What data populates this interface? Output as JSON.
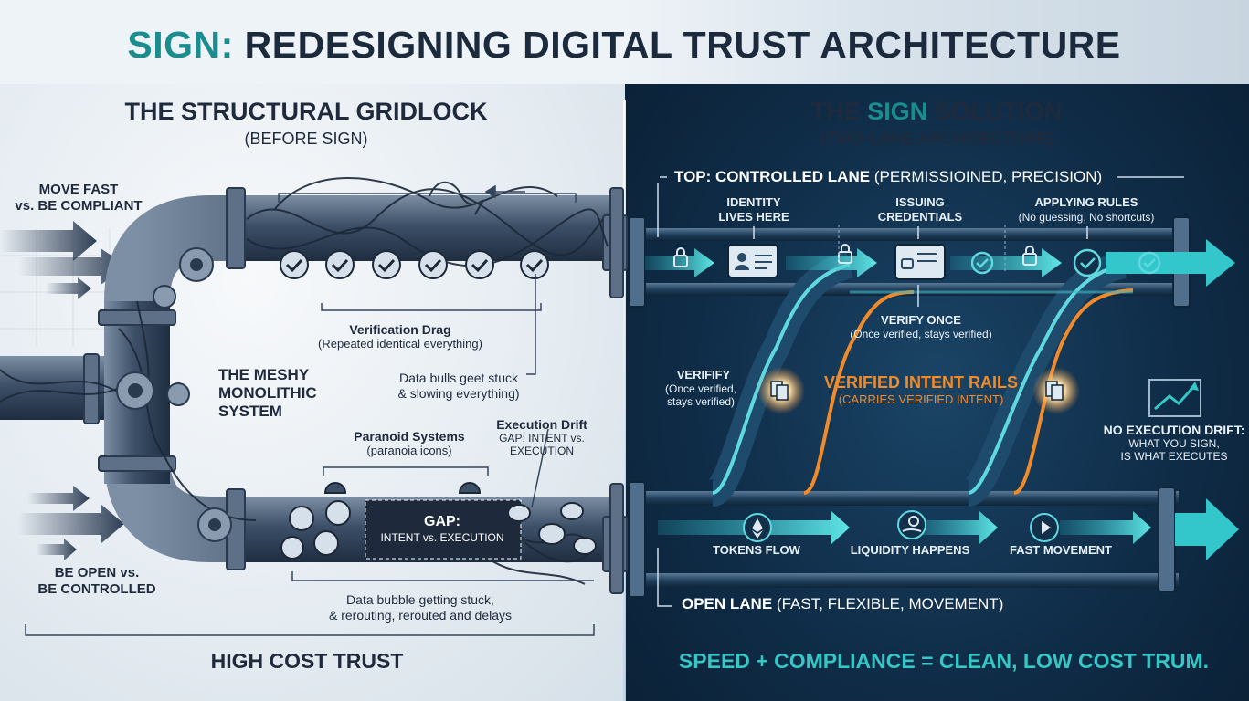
{
  "title": {
    "prefix": "SIGN:",
    "rest": "REDESIGNING DIGITAL TRUST ARCHITECTURE"
  },
  "colors": {
    "teal": "#1b8d8e",
    "cyan": "#36c6c6",
    "orange": "#f08a2a",
    "navy": "#1f2b3d",
    "dark_bg": "#0f2c47"
  },
  "left": {
    "heading": "THE STRUCTURAL GRIDLOCK",
    "subheading": "(BEFORE SIGN)",
    "tension_top": [
      "MOVE FAST",
      "vs. BE COMPLIANT"
    ],
    "tension_bottom": [
      "BE OPEN vs.",
      "BE CONTROLLED"
    ],
    "verification_drag": {
      "title": "Verification Drag",
      "note": "(Repeated identical everything)"
    },
    "system_label": [
      "THE MESHY",
      "MONOLITHIC",
      "SYSTEM"
    ],
    "stuck_note": [
      "Data bulls geet stuck",
      "& slowing everything)"
    ],
    "paranoid": {
      "title": "Paranoid Systems",
      "note": "(paranoia icons)"
    },
    "drift": {
      "title": "Execution Drift",
      "lines": [
        "GAP: INTENT vs.",
        "EXECUTION"
      ]
    },
    "gap": {
      "title": "GAP:",
      "note": "INTENT vs. EXECUTION"
    },
    "bubble_note": [
      "Data bubble getting stuck,",
      "& rerouting, rerouted and delays"
    ],
    "footer": "HIGH COST TRUST"
  },
  "right": {
    "heading_pre": "THE",
    "heading_accent": "SIGN",
    "heading_post": "SOLUTION",
    "subheading": "(TWO-LANE ARCHITECTURE)",
    "top_lane": {
      "label": "TOP: CONTROLLED LANE",
      "paren": "(PERMISSIOINED, PRECISION)"
    },
    "stages": [
      {
        "lines": [
          "IDENTITY",
          "LIVES HERE"
        ]
      },
      {
        "lines": [
          "ISSUING",
          "CREDENTIALS"
        ]
      },
      {
        "lines": [
          "APPLYING RULES",
          "(No guessing, No shortcuts)"
        ]
      }
    ],
    "verify_once": {
      "title": "VERIFY ONCE",
      "note": "(Once verified, stays verified)"
    },
    "verify_side": {
      "title": "VERIFIFY",
      "lines": [
        "(Once verified,",
        "stays verified)"
      ]
    },
    "rails": {
      "title": "VERIFIED INTENT RAILS",
      "note": "(CARRIES VERIFIED INTENT)"
    },
    "no_drift": [
      "NO EXECUTION DRIFT:",
      "WHAT YOU SIGN,",
      "IS WHAT EXECUTES"
    ],
    "flow_labels": [
      "TOKENS FLOW",
      "LIQUIDITY HAPPENS",
      "FAST MOVEMENT"
    ],
    "open_lane": {
      "label": "OPEN LANE",
      "paren": "(FAST, FLEXIBLE, MOVEMENT)"
    },
    "footer": "SPEED + COMPLIANCE = CLEAN, LOW COST TRUM."
  },
  "icons": [
    "lock-icon",
    "id-card-icon",
    "credential-icon",
    "checkmark-icon",
    "document-icon",
    "chart-arrow-icon",
    "ethereum-icon",
    "coin-hand-icon",
    "play-icon",
    "gear-icon",
    "chat-bubble-icon",
    "warning-face-icon"
  ]
}
